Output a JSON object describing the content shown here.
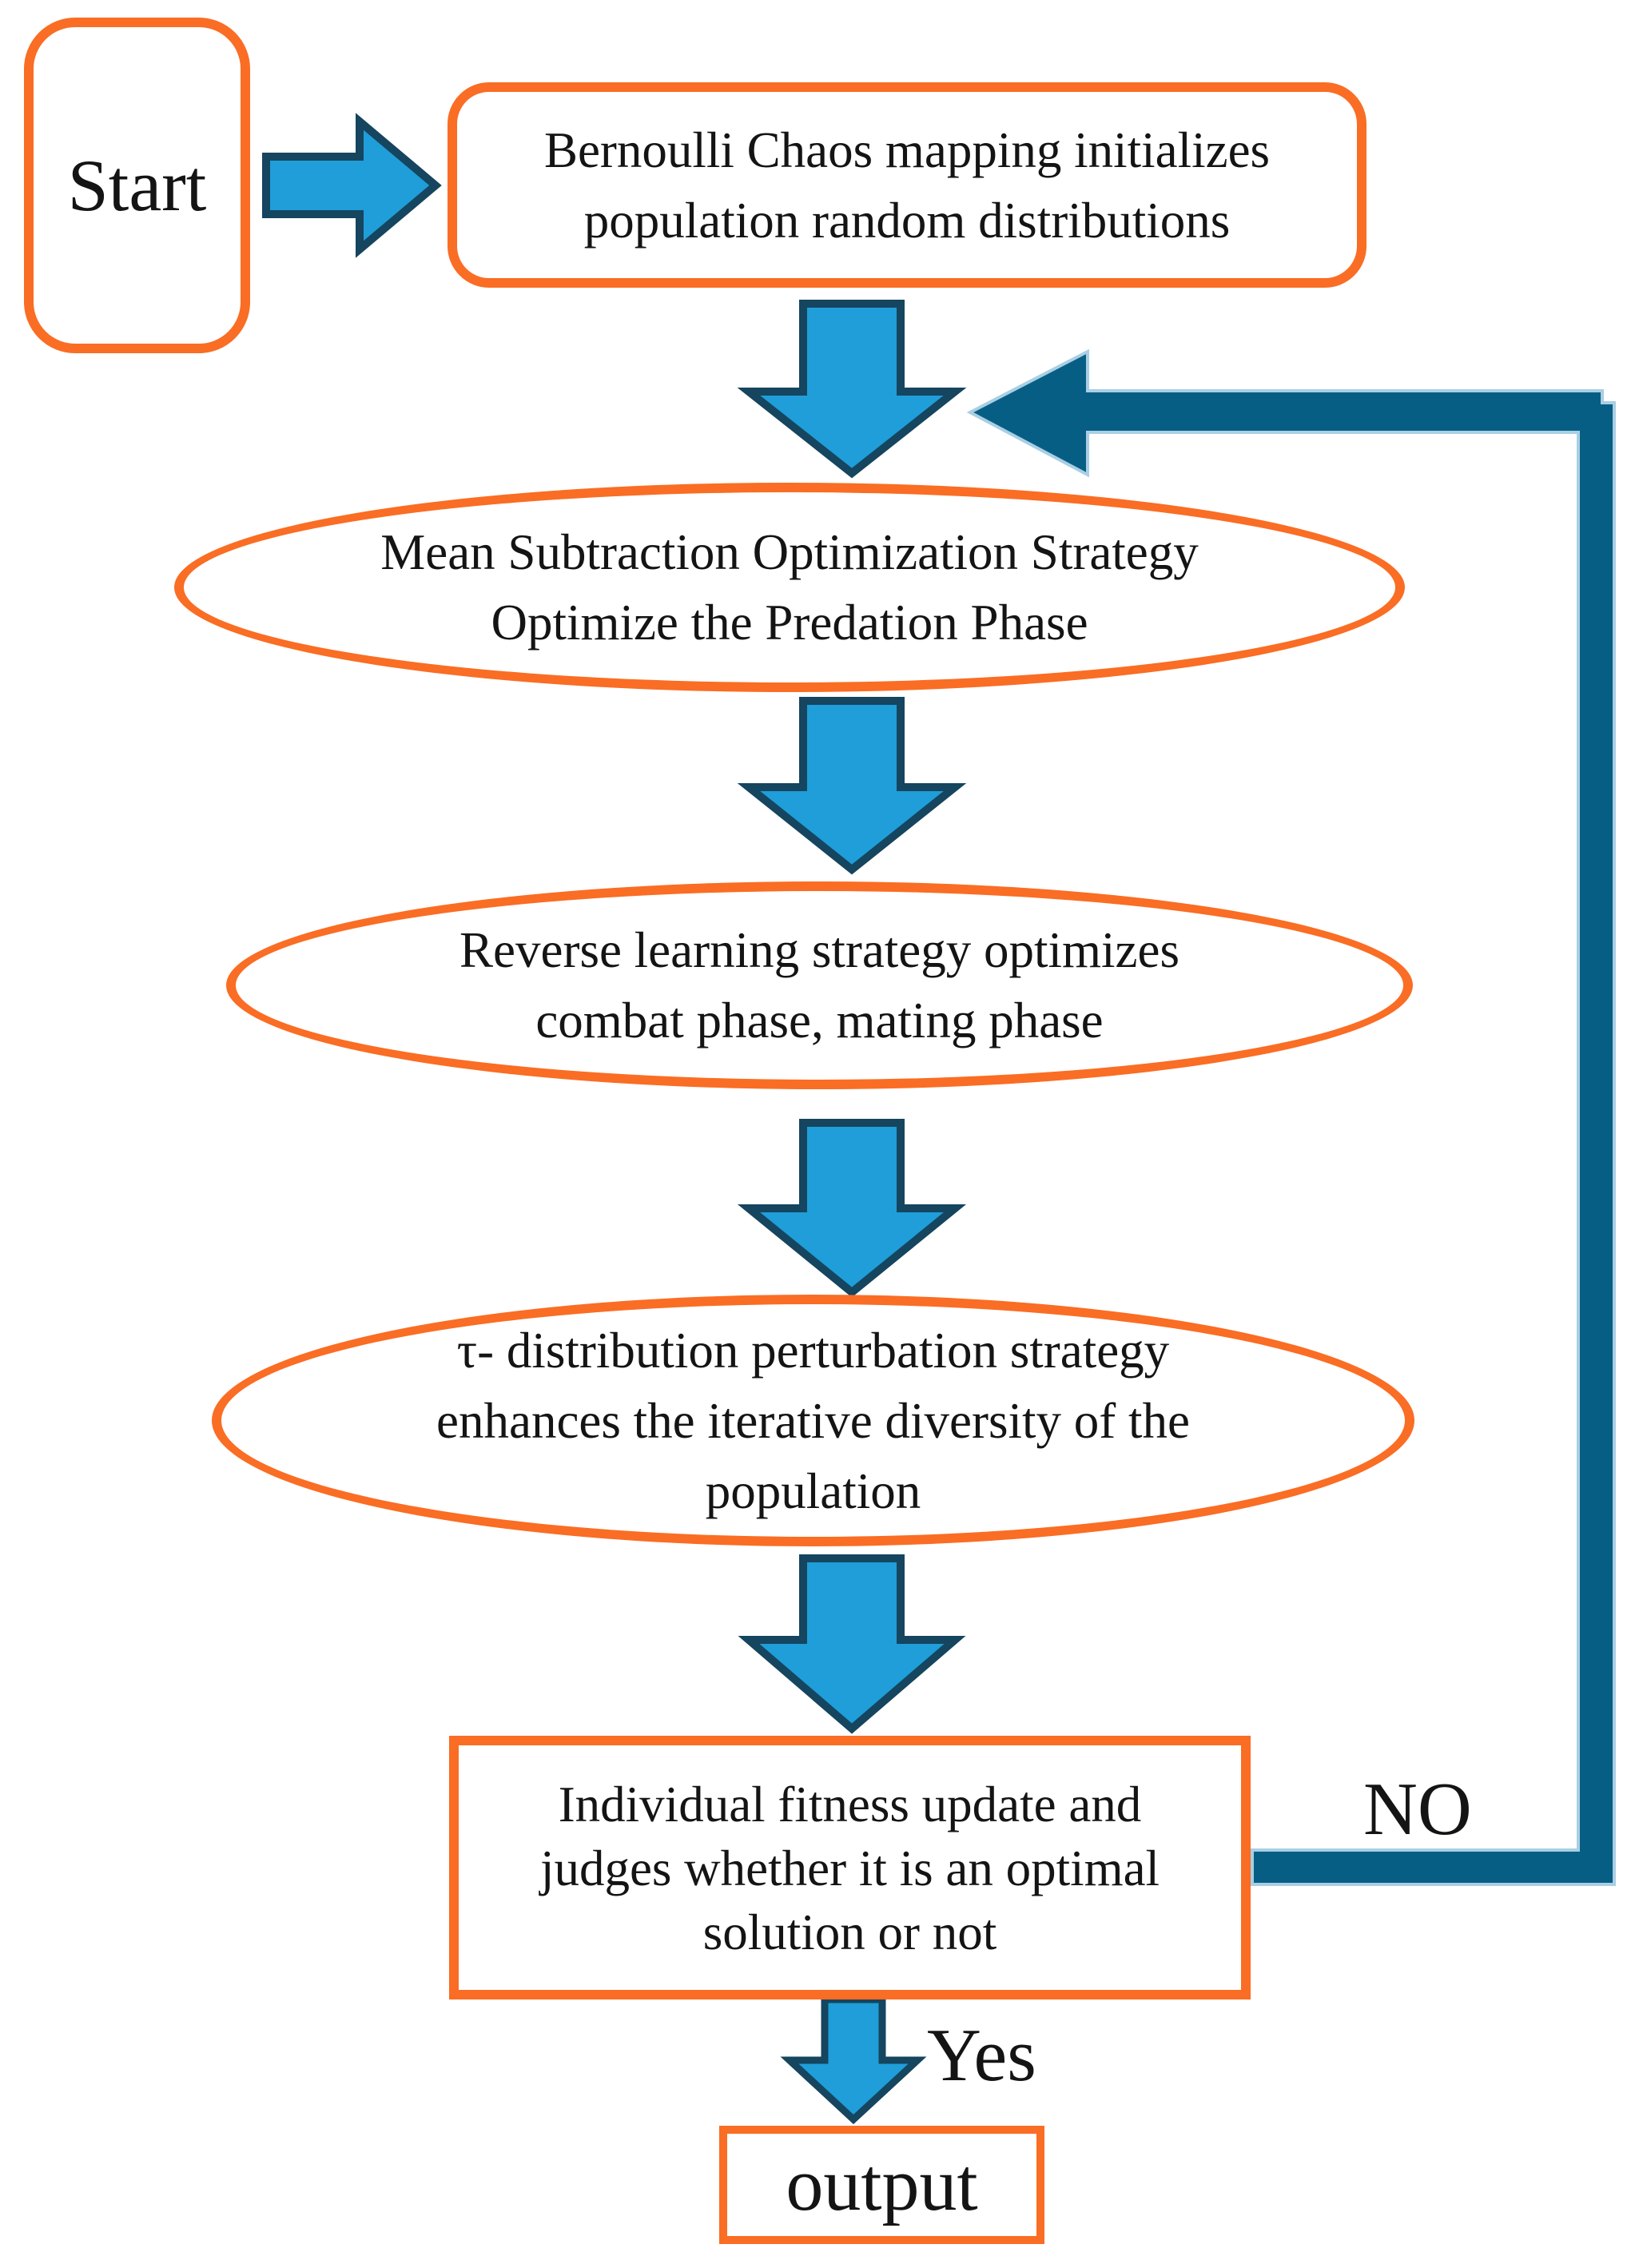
{
  "figure": {
    "type": "flowchart",
    "background": "#ffffff",
    "colors": {
      "node_border_orange": "#fa6d24",
      "process_arrow_fill": "#1f9ed9",
      "process_arrow_stroke": "#15455f",
      "loop_arrow_teal": "#075e84",
      "loop_arrow_halo": "#a9cfe4",
      "text": "#141414"
    },
    "nodes": {
      "start": {
        "shape": "rounded-rectangle",
        "label": "Start"
      },
      "init_box": {
        "shape": "rounded-rectangle",
        "line1": "Bernoulli Chaos mapping initializes",
        "line2": "population random distributions"
      },
      "predation_ellipse": {
        "shape": "ellipse",
        "line1": "Mean Subtraction Optimization Strategy",
        "line2": "Optimize the Predation Phase"
      },
      "reverse_ellipse": {
        "shape": "ellipse",
        "line1": "Reverse learning strategy optimizes",
        "line2": "combat phase, mating phase"
      },
      "tau_ellipse": {
        "shape": "ellipse",
        "line1": "τ- distribution perturbation strategy",
        "line2": "enhances the iterative diversity of the",
        "line3": "population"
      },
      "fitness_box": {
        "shape": "rectangle",
        "line1": "Individual fitness update and",
        "line2": "judges whether it is an optimal",
        "line3": "solution or not"
      },
      "output_box": {
        "shape": "rectangle",
        "label": "output"
      }
    },
    "edge_labels": {
      "no": "NO",
      "yes": "Yes"
    }
  }
}
